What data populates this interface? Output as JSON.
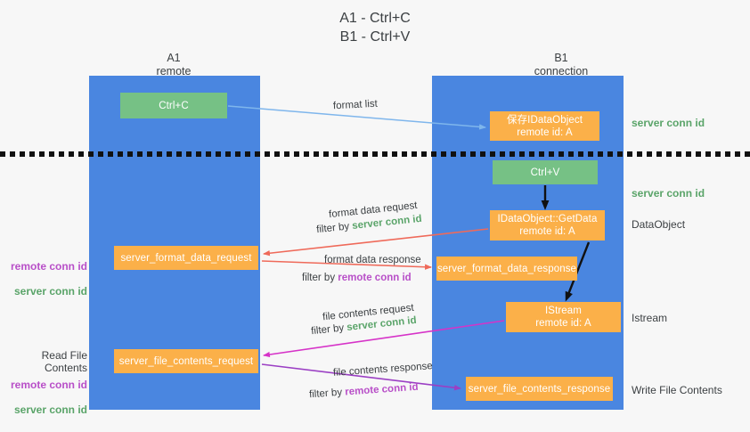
{
  "title": "A1 - Ctrl+C\nB1 - Ctrl+V",
  "columns": {
    "left": {
      "name": "A1",
      "role": "remote",
      "header": "A1\nremote"
    },
    "right": {
      "name": "B1",
      "role": "connection",
      "header": "B1\nconnection"
    }
  },
  "boxes": {
    "ctrl_c": "Ctrl+C",
    "data_object": "保存IDataObject\nremote id: A",
    "ctrl_v": "Ctrl+V",
    "get_data": "IDataObject::GetData\nremote id: A",
    "server_format_data_request": "server_format_data_request",
    "server_format_data_response": "server_format_data_response",
    "istream": "IStream\nremote id: A",
    "server_file_contents_request": "server_file_contents_request",
    "server_file_contents_response": "server_file_contents_response"
  },
  "annotations": {
    "server_conn_id_top": "server conn id",
    "server_conn_id_mid": "server conn id",
    "data_object": "DataObject",
    "istream": "Istream",
    "write_file_contents": "Write File Contents",
    "read_file_contents": "Read File Contents",
    "left_conn_ids_1": {
      "remote": "remote conn id",
      "server": "server conn id"
    },
    "left_conn_ids_2": {
      "remote": "remote conn id",
      "server": "server conn id"
    }
  },
  "edges": {
    "format_list": {
      "label": "format list"
    },
    "format_data_request": {
      "label": "format data request",
      "filter_prefix": "filter by ",
      "filter_value": "server conn id"
    },
    "format_data_response": {
      "label": "format data response",
      "filter_prefix": "filter by ",
      "filter_value": "remote conn id"
    },
    "file_contents_request": {
      "label": "file contents request",
      "filter_prefix": "filter by ",
      "filter_value": "server conn id"
    },
    "file_contents_response": {
      "label": "file contents response",
      "filter_prefix": "filter by ",
      "filter_value": "remote conn id"
    }
  },
  "colors": {
    "background": "#f7f7f7",
    "lane": "#4a86e0",
    "box_green": "#76c185",
    "box_orange": "#fbb049",
    "text_dark": "#3c4043",
    "accent_green": "#5aa469",
    "accent_purple": "#b84fc8",
    "arrow_light_blue": "#7fb6ec",
    "arrow_red": "#ef6a5a",
    "arrow_magenta": "#d633c8",
    "arrow_purple": "#9b3fc4",
    "arrow_black": "#111111"
  }
}
